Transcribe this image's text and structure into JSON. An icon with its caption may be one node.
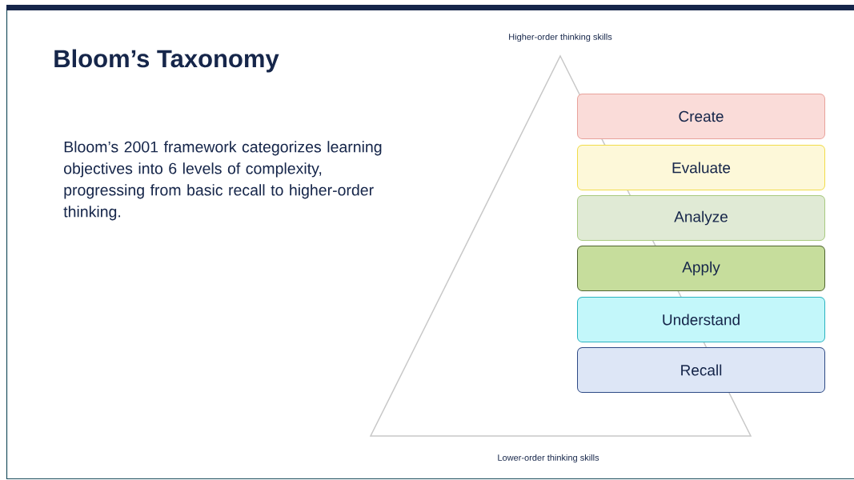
{
  "diagram": {
    "title": "Bloom’s Taxonomy",
    "nodes": [
      {
        "text": [
          "Create"
        ]
      },
      {
        "text": [
          "Evaluate"
        ]
      },
      {
        "text": [
          "Analyze"
        ]
      },
      {
        "text": [
          "Apply"
        ]
      },
      {
        "text": [
          "Understand"
        ]
      },
      {
        "text": [
          "Recall"
        ]
      }
    ],
    "labels": [
      "Bloom’s 2001 framework categorizes learning objectives into 6 levels of complexity, progressing from basic recall to higher-order thinking.",
      "Higher-order thinking skills",
      "Lower-order thinking skills"
    ]
  }
}
